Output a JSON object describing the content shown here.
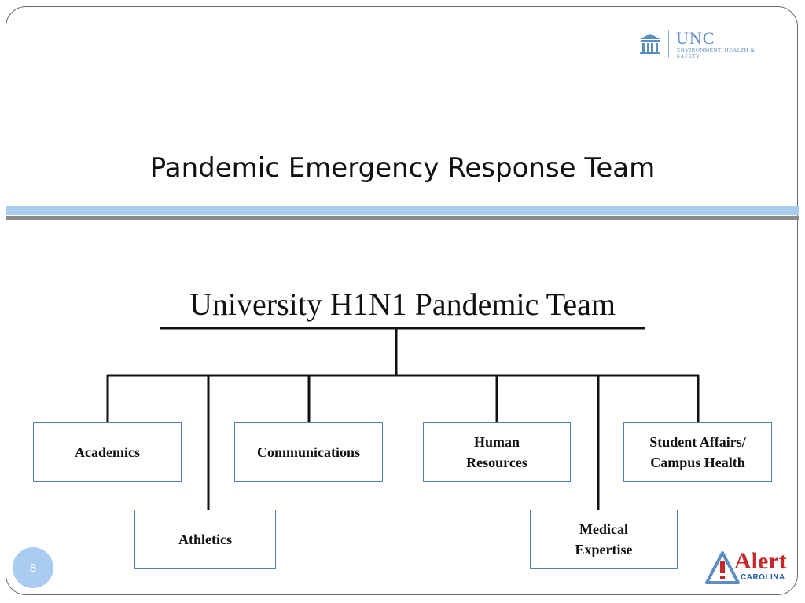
{
  "header": {
    "logo_unc_word": "UNC",
    "logo_unc_subtitle": "ENVIRONMENT, HEALTH & SAFETY",
    "title": "Pandemic Emergency Response Team"
  },
  "org_chart": {
    "title": "University  H1N1 Pandemic Team",
    "units": [
      {
        "id": "academics",
        "label": "Academics"
      },
      {
        "id": "athletics",
        "label": "Athletics"
      },
      {
        "id": "communications",
        "label": "Communications"
      },
      {
        "id": "human-resources",
        "label": "Human\nResources"
      },
      {
        "id": "medical-expertise",
        "label": "Medical\nExpertise"
      },
      {
        "id": "student-affairs",
        "label": "Student Affairs/\nCampus Health"
      }
    ]
  },
  "footer": {
    "page_number": "8",
    "alert_logo_word": "Alert",
    "alert_logo_sub": "CAROLINA"
  },
  "colors": {
    "box_border": "#4d81bc",
    "accent_blue": "#a9ccf0",
    "rule_gray": "#8a8a8a",
    "alert_red": "#c62828"
  }
}
